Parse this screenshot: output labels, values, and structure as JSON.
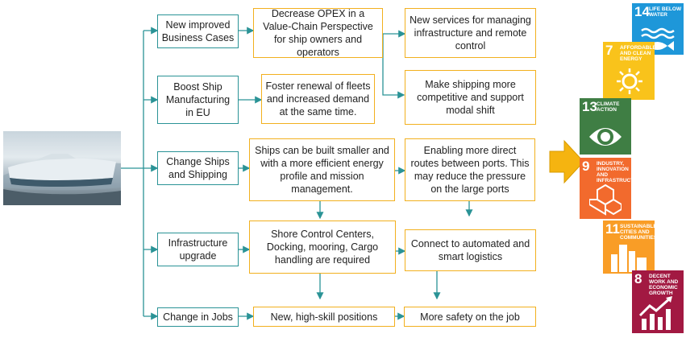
{
  "drivers": [
    "New improved Business Cases",
    "Boost Ship Manufacturing in EU",
    "Change Ships and Shipping",
    "Infrastructure upgrade",
    "Change in Jobs"
  ],
  "effects": [
    "Decrease OPEX in a Value-Chain Perspective for ship owners and operators",
    "Foster renewal of fleets and increased demand at the same time.",
    "Ships can be built smaller and with a more efficient energy profile and mission management.",
    "Shore Control Centers, Docking, mooring, Cargo handling are required",
    "New, high-skill positions"
  ],
  "outcomes": [
    "New services for managing infrastructure and remote control",
    "Make shipping more competitive and support modal shift",
    "Enabling more direct routes between ports. This may reduce the pressure on the large ports",
    "Connect to automated and smart logistics",
    "More safety on the job"
  ],
  "sdg": [
    {
      "num": "14",
      "label": "Life below water",
      "color": "#1e97d9",
      "icon": "fish-icon"
    },
    {
      "num": "7",
      "label": "Affordable and clean energy",
      "color": "#f9c31b",
      "icon": "sun-icon"
    },
    {
      "num": "13",
      "label": "Climate action",
      "color": "#3f7e44",
      "icon": "eye-globe-icon"
    },
    {
      "num": "9",
      "label": "Industry, innovation and infrastructure",
      "color": "#f26a2d",
      "icon": "cubes-icon"
    },
    {
      "num": "11",
      "label": "Sustainable cities and communities",
      "color": "#f99d26",
      "icon": "city-icon"
    },
    {
      "num": "8",
      "label": "Decent work and economic growth",
      "color": "#a21942",
      "icon": "chart-up-icon"
    }
  ],
  "colors": {
    "driver_border": "#2a9396",
    "box_border": "#f2b01e",
    "arrow": "#2a9396",
    "big_arrow": "#f2b01e"
  }
}
